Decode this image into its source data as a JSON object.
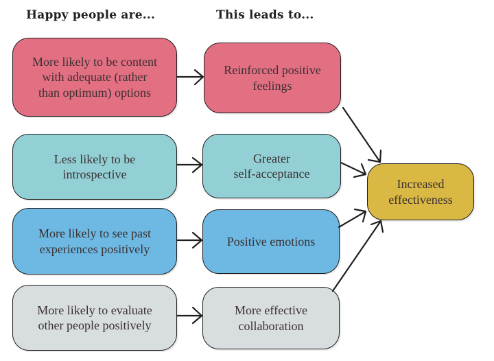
{
  "headers": {
    "left": "Happy people are...",
    "middle": "This leads to..."
  },
  "colors": {
    "pink": "#E36F83",
    "teal": "#93D0D6",
    "blue": "#6DB9E4",
    "gray": "#D8DDE0",
    "gold": "#D9B844",
    "outline": "#1E1E1E"
  },
  "causes": [
    {
      "text": "More likely to be content\nwith adequate (rather\nthan optimum) options",
      "color": "pink"
    },
    {
      "text": "Less likely to be\nintrospective",
      "color": "teal"
    },
    {
      "text": "More likely to see past\nexperiences positively",
      "color": "blue"
    },
    {
      "text": "More likely to evaluate\nother people positively",
      "color": "gray"
    }
  ],
  "effects": [
    {
      "text": "Reinforced positive\nfeelings",
      "color": "pink"
    },
    {
      "text": "Greater\nself-acceptance",
      "color": "teal"
    },
    {
      "text": "Positive emotions",
      "color": "blue"
    },
    {
      "text": "More effective\ncollaboration",
      "color": "gray"
    }
  ],
  "outcome": {
    "text": "Increased\neffectiveness",
    "color": "gold"
  },
  "connections": [
    {
      "from": "cause-1",
      "to": "effect-1"
    },
    {
      "from": "cause-2",
      "to": "effect-2"
    },
    {
      "from": "cause-3",
      "to": "effect-3"
    },
    {
      "from": "cause-4",
      "to": "effect-4"
    },
    {
      "from": "effect-1",
      "to": "outcome"
    },
    {
      "from": "effect-2",
      "to": "outcome"
    },
    {
      "from": "effect-3",
      "to": "outcome"
    },
    {
      "from": "effect-4",
      "to": "outcome"
    }
  ]
}
